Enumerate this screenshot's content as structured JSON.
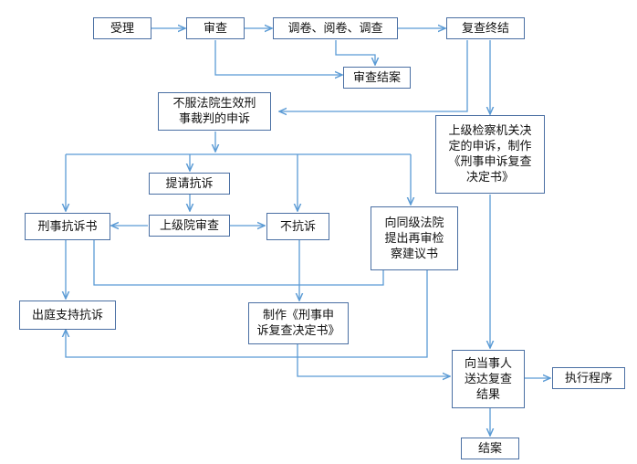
{
  "colors": {
    "line": "#5b9bd5",
    "border": "#4a6fa3",
    "text": "#111111"
  },
  "nodes": {
    "accept": "受理",
    "review": "审查",
    "investigate": "调卷、阅卷、调查",
    "conclusion": "复查终结",
    "close_review": "审查结案",
    "petition": [
      "不服法院生效刑",
      "事裁判的申诉"
    ],
    "superior_decision": [
      "上级检察机关决",
      "定的申诉，制作",
      "《刑事申诉复查",
      "决定书》"
    ],
    "request_protest": "提请抗诉",
    "criminal_protest": "刑事抗诉书",
    "superior_review": "上级院审查",
    "no_protest": "不抗诉",
    "retrial_proposal": [
      "向同级法院",
      "提出再审检",
      "察建议书"
    ],
    "court_support": "出庭支持抗诉",
    "make_decision": [
      "制作《刑事申",
      "诉复查决定书》"
    ],
    "serve_result": [
      "向当事人",
      "送达复查",
      "结果"
    ],
    "execution": "执行程序",
    "close_case": "结案"
  }
}
